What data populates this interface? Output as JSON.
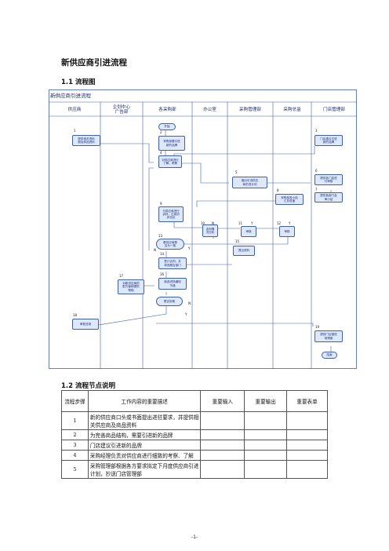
{
  "doc": {
    "title": "新供应商引进流程",
    "section1": "1.1 流程图",
    "section2": "1.2 流程节点说明",
    "page_number": "-1-"
  },
  "flowchart": {
    "title": "新供应商引进流程",
    "lanes": [
      "供应商",
      "企划中心\n广告部",
      "各采购部",
      "办公室",
      "采购管理部",
      "采购总监",
      "门店管理部"
    ],
    "nodes": {
      "start": "开始",
      "n1": "提供相关资料\n报及商品资料",
      "n2": "采购部要引进\n新的品牌",
      "n3": "门店建议引进\n新的品牌",
      "n4": "对供应商进行\n了解、考察",
      "n5": "做出引进供应\n商的进计划",
      "n6": "提供各门店进\n行审核",
      "n7": "提供各部门会\n审小结",
      "n8": "采购部各小结\n汇总进度",
      "n9": "与供应商进行\n谈判，达成初\n步协议",
      "n10": "谈判情\n况分析",
      "n11": "审核",
      "n12": "审核",
      "n13": "看供应商是\n否为一致",
      "n14": "签订合同，并\n将进展告部门",
      "n15": "提出资料",
      "n16": "新选进场通知\n书递",
      "n17": "对新供应商的\n配方营销提供\n帮助",
      "n18": "是否协助",
      "n19": "审批进场",
      "n20": "提供门店做进\n场预案",
      "end": "结束"
    },
    "labels": [
      "1",
      "2",
      "3",
      "4",
      "5",
      "6",
      "7",
      "8",
      "9",
      "10",
      "11",
      "12",
      "13",
      "14",
      "15",
      "16",
      "17",
      "18",
      "19",
      "N",
      "Y",
      "Y",
      "Y",
      "N",
      "N",
      "Y"
    ]
  },
  "table": {
    "headers": [
      "流程步骤",
      "工作内容的重要描述",
      "重要输入",
      "重要输出",
      "重要表单"
    ],
    "rows": [
      {
        "step": "1",
        "desc": "新的供应商口头或书面提出进驻要求，并提供相关供应商及商品资料",
        "input": "",
        "output": "",
        "form": ""
      },
      {
        "step": "2",
        "desc": "为完善商品结构，需要引进新的品牌",
        "input": "",
        "output": "",
        "form": ""
      },
      {
        "step": "3",
        "desc": "门店建议引进新的品牌",
        "input": "",
        "output": "",
        "form": ""
      },
      {
        "step": "4",
        "desc": "采购经理负责对供应商进行细致的考察、了解",
        "input": "",
        "output": "",
        "form": ""
      },
      {
        "step": "5",
        "desc": "采购管理部根据各方要求拟定下月度供应商引进计划，抄送门店管理部",
        "input": "",
        "output": "",
        "form": ""
      }
    ]
  }
}
